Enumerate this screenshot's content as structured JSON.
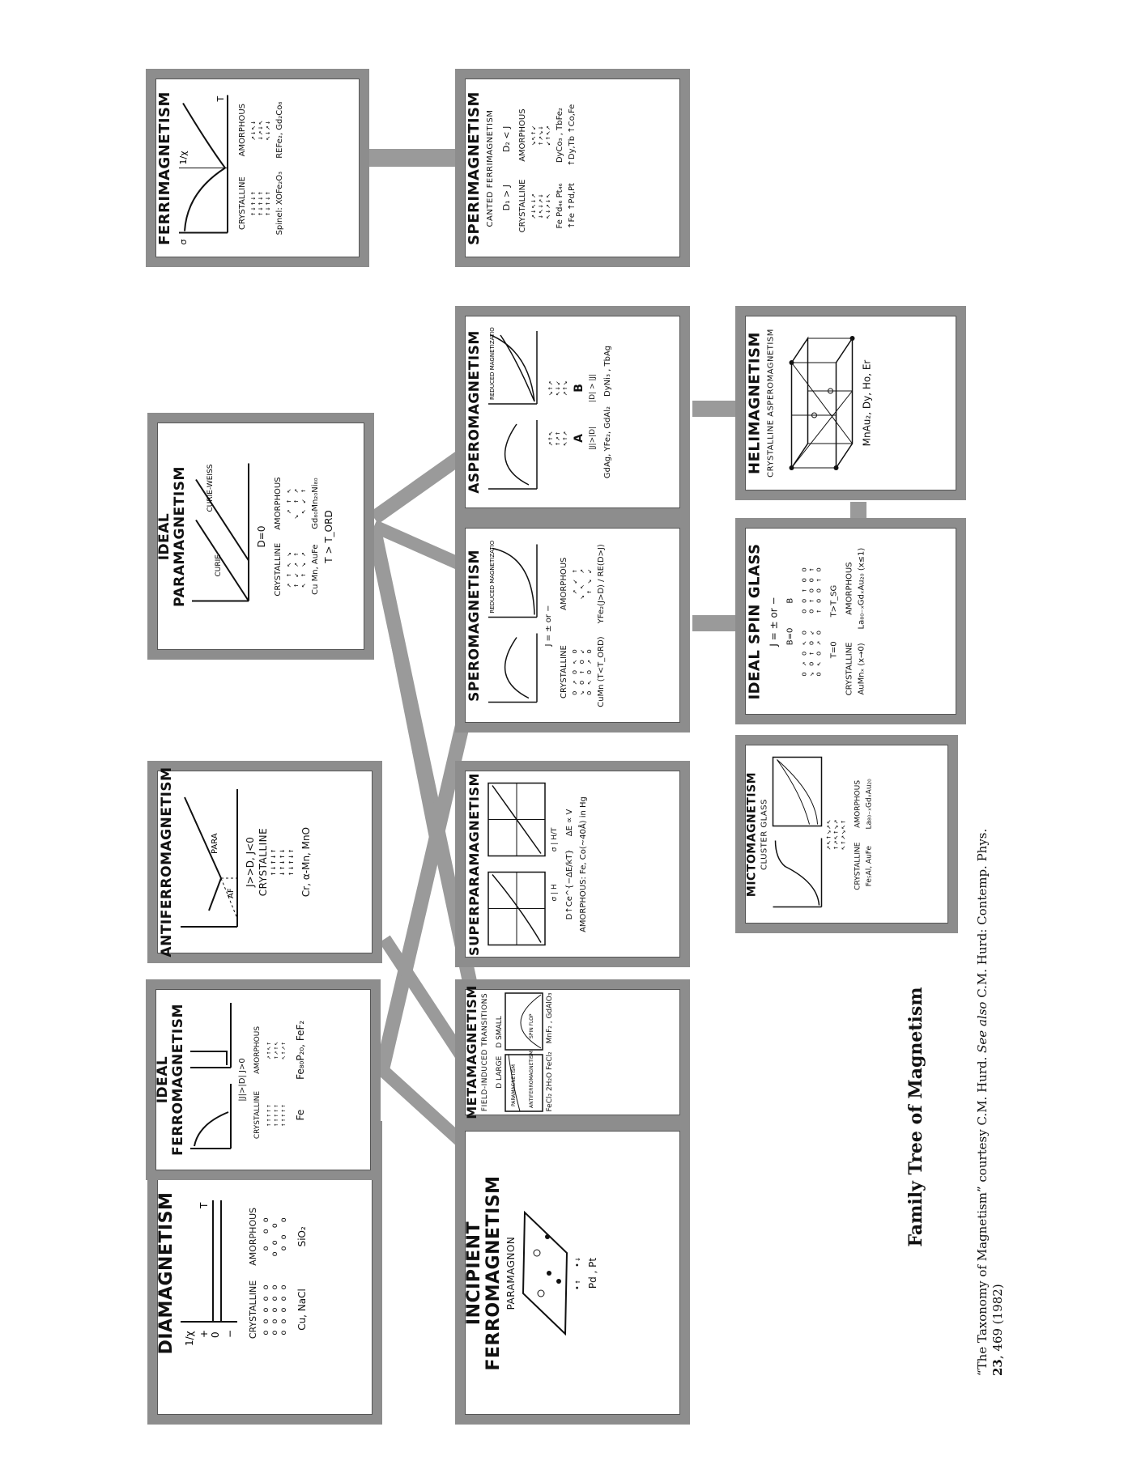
{
  "caption": {
    "title": "Family Tree of Magnetism",
    "credit_1": "“The Taxonomy of Magnetism” courtesy C.M. Hurd. ",
    "credit_see_also": "See also",
    "credit_2": " C.M. Hurd: Contemp. Phys. ",
    "credit_volume": "23",
    "credit_3": ", 469 (1982)"
  },
  "panels": {
    "diamagnetism": {
      "title": "DIAMAGNETISM",
      "axis_y": "1/χ",
      "axis_x": "T",
      "plus": "+",
      "zero": "0",
      "minus": "−",
      "col_left": "CRYSTALLINE",
      "col_right": "AMORPHOUS",
      "ex_left": "Cu, NaCl",
      "ex_right": "SiO₂"
    },
    "incipient": {
      "title_1": "INCIPIENT",
      "title_2": "FERROMAGNETISM",
      "label": "PARAMAGNON",
      "pattern": "•↑  •↓",
      "ex": "Pd , Pt"
    },
    "ideal_ferro": {
      "title_1": "IDEAL",
      "title_2": "FERROMAGNETISM",
      "cond": "|J|>|D|   J>0",
      "col_left": "CRYSTALLINE",
      "col_right": "AMORPHOUS",
      "ex_left": "Fe",
      "ex_right": "Fe₈₀P₂₀, FeF₂"
    },
    "metamagnetism": {
      "title": "METAMAGNETISM",
      "sub": "FIELD-INDUCED TRANSITIONS",
      "col_left": "D LARGE",
      "col_right": "D SMALL",
      "region_1": "PARAMAGNETISM",
      "region_2": "ANTIFERROMAGNETISM",
      "region_3": "SPIN FLOP",
      "ex_left": "FeCl₂ 2H₂O  FeCl₂",
      "ex_right": "MnF₂ , GdAlO₃"
    },
    "antiferro": {
      "title": "ANTIFERROMAGNETISM",
      "label_af": "AF",
      "label_para": "PARA",
      "cond": "J>>D, J<0",
      "col": "CRYSTALLINE",
      "ex": "Cr, α-Mn, MnO"
    },
    "superpara": {
      "title": "SUPERPARAMAGNETISM",
      "plot_1": "σ  |  H",
      "plot_2": "σ  |  H/T",
      "formula_1": "D↑Cе^{−ΔE/kT}",
      "formula_2": "ΔE ∝ V",
      "ex": "AMORPHOUS: Fe, Co(~40Å) in Hg"
    },
    "mictomagnetism": {
      "title": "MICTOMAGNETISM",
      "sub": "CLUSTER GLASS",
      "col_left": "CRYSTALLINE",
      "col_right": "AMORPHOUS",
      "ex_left": "Fe₅Al, AuFe",
      "ex_right": "La₈₀₋ₓGdₓAu₂₀"
    },
    "ideal_para": {
      "title_1": "IDEAL",
      "title_2": "PARAMAGNETISM",
      "label_1": "CURIE",
      "label_2": "CURIE-WEISS",
      "cond": "D=0",
      "col_left": "CRYSTALLINE",
      "col_right": "AMORPHOUS",
      "ex_left": "Cu Mn, AuFe",
      "ex_right": "Gd₈₀Mn₂₀Ni₈₀",
      "cond_2": "T > T_ORD"
    },
    "speromagnetism": {
      "title": "SPEROMAGNETISM",
      "axis": "REDUCED MAGNETIZATION",
      "cond": "J = ± or −",
      "col_left": "CRYSTALLINE",
      "col_right": "AMORPHOUS",
      "ex_left": "CuMn (T<T_ORD)",
      "ex_right": "YFe₂(J>D) / RE(D>J)"
    },
    "ideal_spin_glass": {
      "title": "IDEAL SPIN GLASS",
      "cond": "J = ± or −",
      "label_b0": "B=0",
      "label_b": "B",
      "label_t0": "T=0",
      "label_tsg": "T>T_SG",
      "col_left": "CRYSTALLINE",
      "col_right": "AMORPHOUS",
      "ex_left": "AuMnₓ (x→0)",
      "ex_right": "La₈₀₋ₓGdₓAu₂₀ (x≤1)"
    },
    "asperomagnetism": {
      "title": "ASPEROMAGNETISM",
      "axis": "REDUCED MAGNETIZATION",
      "col_left": "A",
      "col_right": "B",
      "cond_left": "|J|>|D|",
      "cond_right": "|D| > |J|",
      "ex_left": "GdAg, YFe₂, GdAl₂",
      "ex_right": "DyNi₃ , TbAg"
    },
    "helimagnetism": {
      "title": "HELIMAGNETISM",
      "sub": "CRYSTALLINE ASPEROMAGNETISM",
      "ex": "MnAu₂, Dy, Ho, Er"
    },
    "ferrimagnetism": {
      "title": "FERRIMAGNETISM",
      "axis_y": "σ",
      "axis_y2": "1/χ",
      "axis_x": "T",
      "col_left": "CRYSTALLINE",
      "col_right": "AMORPHOUS",
      "ex_left": "Spinel: XOFe₂O₃",
      "ex_right": "REFe₂, Gd₂Co₈"
    },
    "sperimagnetism": {
      "title": "SPERIMAGNETISM",
      "sub": "CANTED FERRIMAGNETISM",
      "cond_left": "D₁ > J",
      "cond_right": "D₂ < J",
      "col_left": "CRYSTALLINE",
      "col_right": "AMORPHOUS",
      "ex_left": "Fe Pd₄₆ Pt₄₆",
      "ex_right": "DyCo₃ , TbFe₂",
      "ex_left_2": "↑Fe  ↑Pd,Pt",
      "ex_right_2": "↑Dy,Tb  ↑Co,Fe"
    }
  },
  "colors": {
    "border": "#8d8d8d",
    "link": "#9a9a9a",
    "ink": "#111111"
  }
}
